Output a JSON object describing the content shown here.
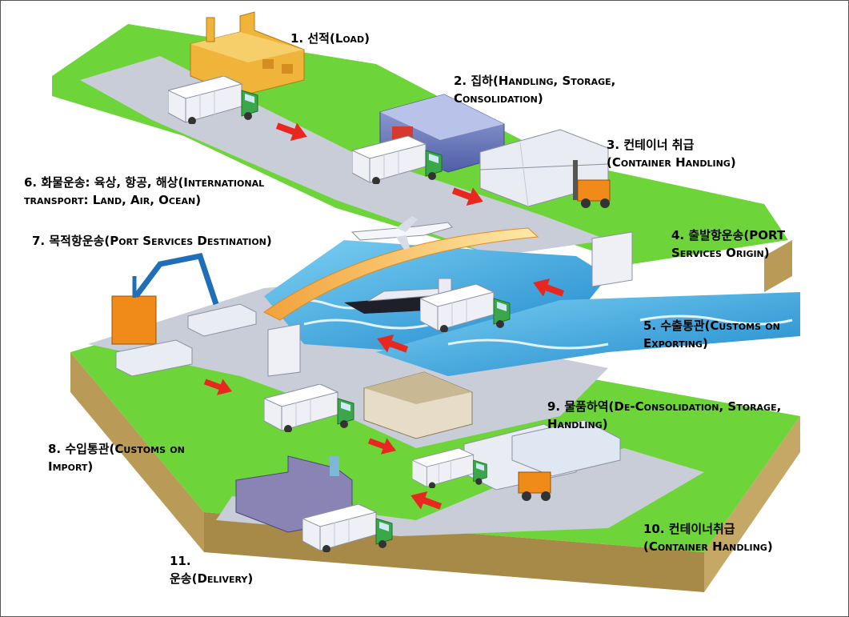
{
  "labels": {
    "step1": {
      "line1": "1. 선적(Load)"
    },
    "step2": {
      "line1": "2. 집하(Handling, Storage,",
      "line2": "Consolidation)"
    },
    "step3": {
      "line1": "3. 컨테이너 취급",
      "line2": "(Container Handling)"
    },
    "step4": {
      "line1": "4. 출발항운송(PORT",
      "line2": "Services Origin)"
    },
    "step5": {
      "line1": "5. 수출통관(Customs on",
      "line2": "Exporting)"
    },
    "step6": {
      "line1": "6. 화물운송: 육상, 항공, 해상(International",
      "line2": "transport: Land, Air, Ocean)"
    },
    "step7": {
      "line1": "7. 목적항운송(Port Services Destination)"
    },
    "step8": {
      "line1": "8. 수입통관(Customs on",
      "line2": "Import)"
    },
    "step9": {
      "line1": "9. 물품하역(De-Consolidation, Storage,",
      "line2": "Handling)"
    },
    "step10": {
      "line1": "10. 컨테이너취급",
      "line2": "(Container Handling)"
    },
    "step11": {
      "line1": "11.",
      "line2": "운송(Delivery)"
    }
  },
  "colors": {
    "grass": "#6dd43a",
    "road": "#c9cdd8",
    "base": "#b99a57",
    "water": "#3aa8e0",
    "arrow": "#e8281e",
    "truck_cab": "#3aa84a",
    "container": "#e9ecf2",
    "factory": "#f0b43a",
    "forklift": "#f08a18"
  },
  "icons": [
    "factory-icon",
    "warehouse-icon",
    "truck-icon",
    "container-stack-icon",
    "forklift-icon",
    "airplane-icon",
    "cargo-ship-icon",
    "crane-icon",
    "customs-tower-icon",
    "direction-arrow-icon"
  ]
}
